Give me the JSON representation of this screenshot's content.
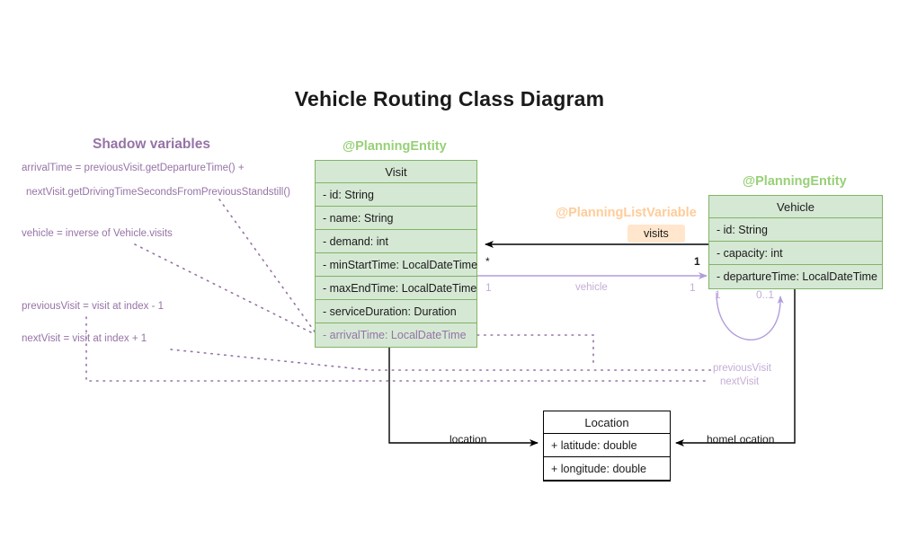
{
  "title": "Vehicle Routing Class Diagram",
  "stereotypes": {
    "visit_entity": "@PlanningEntity",
    "vehicle_entity": "@PlanningEntity",
    "list_variable": "@PlanningListVariable"
  },
  "classes": {
    "visit": {
      "name": "Visit",
      "attributes": [
        {
          "text": "- id: String",
          "shadow": false
        },
        {
          "text": "- name: String",
          "shadow": false
        },
        {
          "text": "- demand: int",
          "shadow": false
        },
        {
          "text": "- minStartTime: LocalDateTime",
          "shadow": false
        },
        {
          "text": "- maxEndTime: LocalDateTime",
          "shadow": false
        },
        {
          "text": "- serviceDuration: Duration",
          "shadow": false
        },
        {
          "text": "- arrivalTime: LocalDateTime",
          "shadow": true
        }
      ]
    },
    "vehicle": {
      "name": "Vehicle",
      "attributes": [
        {
          "text": "- id: String",
          "shadow": false
        },
        {
          "text": "- capacity: int",
          "shadow": false
        },
        {
          "text": "- departureTime: LocalDateTime",
          "shadow": false
        }
      ]
    },
    "location": {
      "name": "Location",
      "attributes": [
        {
          "text": "+ latitude: double",
          "shadow": false
        },
        {
          "text": "+ longitude: double",
          "shadow": false
        }
      ]
    }
  },
  "shadow_panel": {
    "title": "Shadow variables",
    "notes": [
      "arrivalTime = previousVisit.getDepartureTime() +",
      "nextVisit.getDrivingTimeSecondsFromPreviousStandstill()",
      "vehicle = inverse of Vehicle.visits",
      "previousVisit = visit at index - 1",
      "nextVisit = visit at index + 1"
    ]
  },
  "associations": {
    "visits": {
      "label": "visits",
      "source_mult": "1",
      "target_mult": "*"
    },
    "vehicle": {
      "label": "vehicle",
      "source_mult": "1",
      "target_mult": "1"
    },
    "location": {
      "label": "location"
    },
    "home_location": {
      "label": "homeLocation"
    },
    "previous_visit": {
      "label": "previousVisit"
    },
    "next_visit": {
      "label": "nextVisit"
    },
    "self_loop": {
      "source_mult": "1",
      "target_mult": "0..1"
    }
  },
  "colors": {
    "entity_fill": "#d5e8d4",
    "entity_stroke": "#82b366",
    "stereotype_green": "#97d077",
    "stereotype_orange": "#ffcc99",
    "badge_fill": "#ffe6cc",
    "shadow_purple": "#9673a6",
    "association_purple": "#b39ddb",
    "plain_stroke": "#000000"
  }
}
